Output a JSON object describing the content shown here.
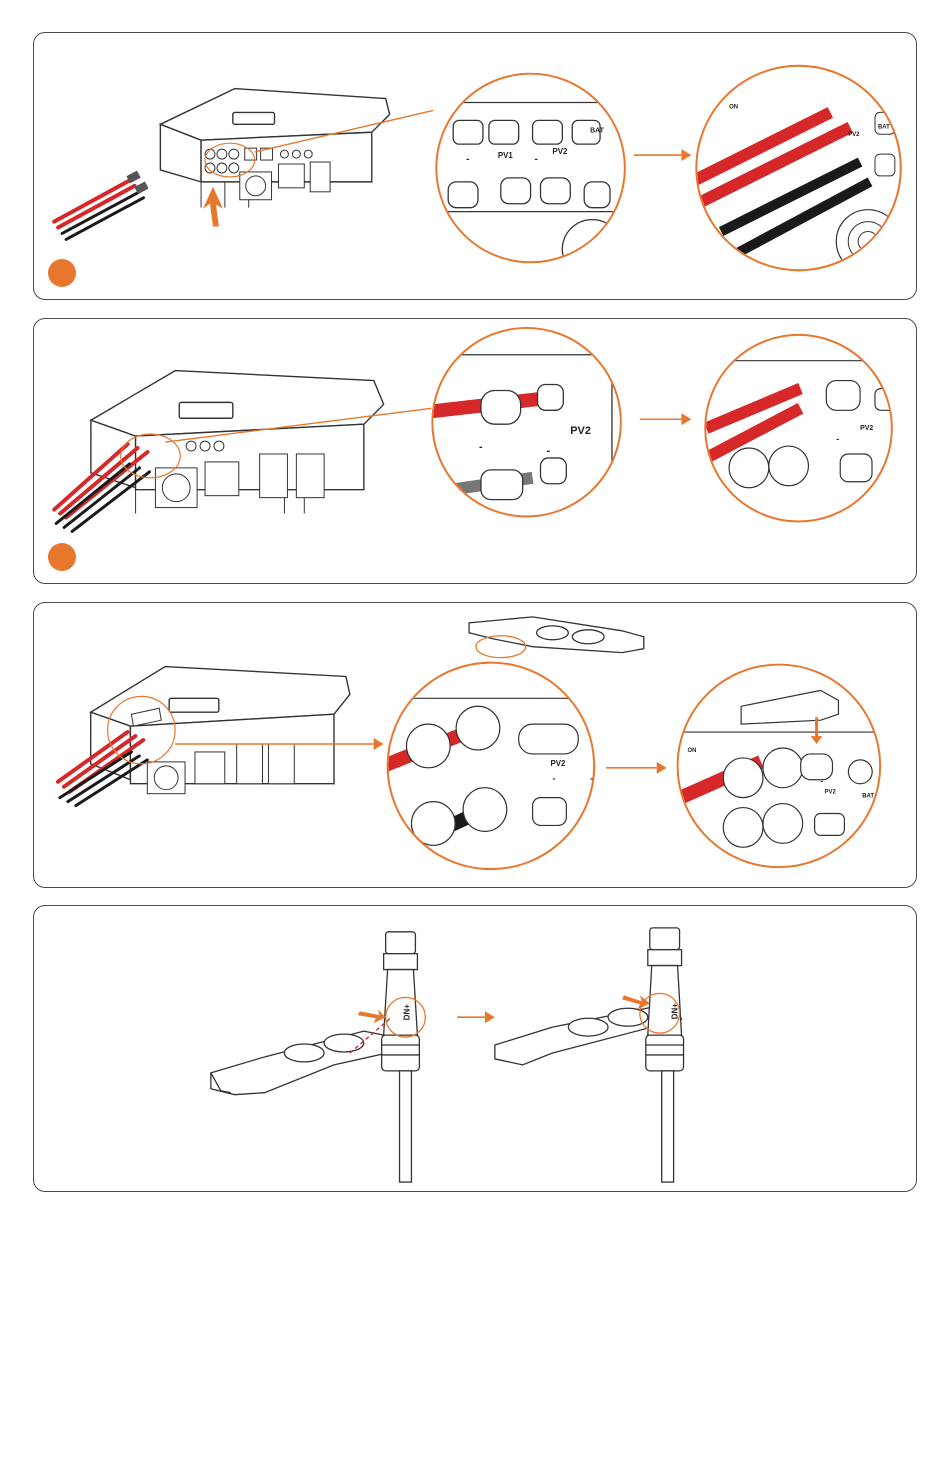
{
  "colors": {
    "accent": "#E8772E",
    "cable_red": "#D62828",
    "cable_black": "#1a1a1a",
    "outline": "#333333",
    "panel_border": "#4a4a4a"
  },
  "step1": {
    "zoom_labels": {
      "pv1": "PV1",
      "pv2": "PV2",
      "bat": "BAT",
      "minus1": "-",
      "minus2": "-"
    },
    "detail_labels": {
      "on": "ON",
      "pv2": "PV2",
      "bat": "BAT"
    }
  },
  "step2": {
    "zoom_labels": {
      "pv2": "PV2",
      "minus1": "-",
      "minus2": "-"
    },
    "detail_labels": {
      "pv2": "PV2",
      "minus": "-"
    }
  },
  "step3": {
    "zoom_labels": {
      "pv2": "PV2",
      "minus1": "-",
      "minus2": "-"
    },
    "detail_labels": {
      "on": "ON",
      "pv2": "PV2",
      "bat": "BAT",
      "minus": "-"
    }
  },
  "step4": {
    "connector_left": {
      "mark": "DN+"
    },
    "connector_right": {
      "mark": "DN+"
    }
  }
}
